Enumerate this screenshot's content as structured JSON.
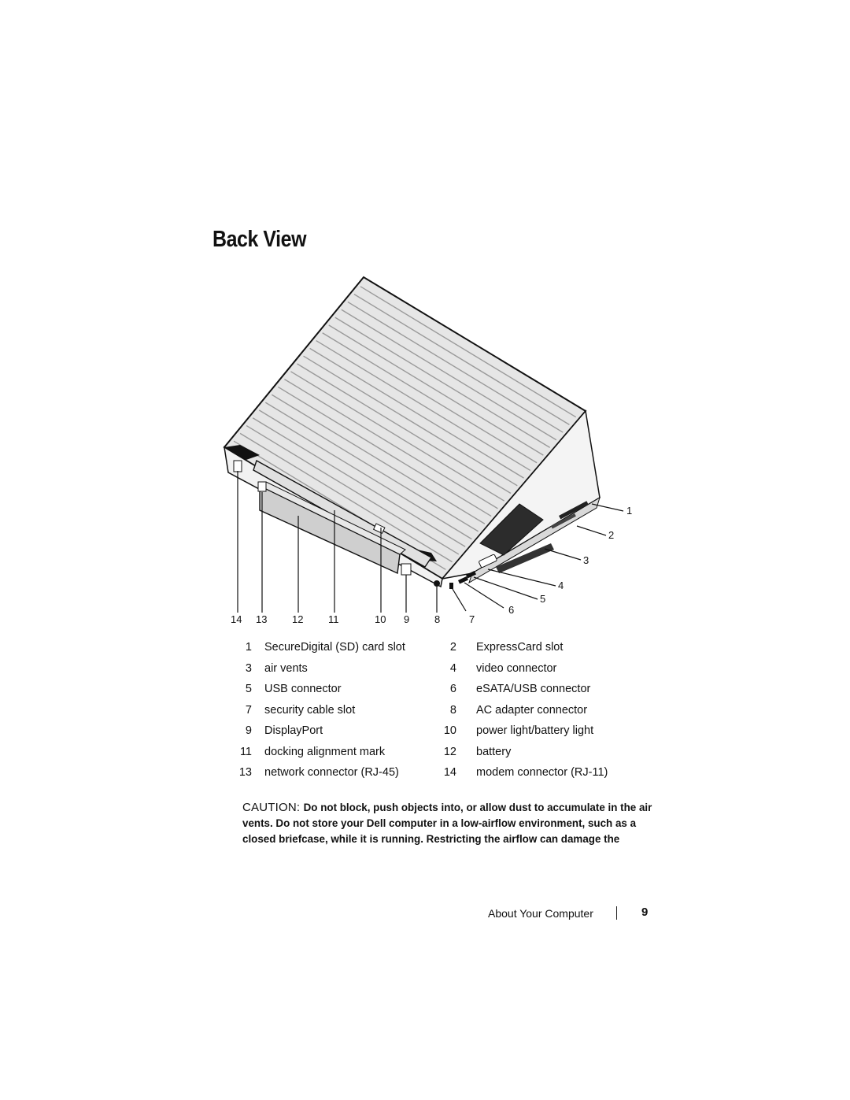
{
  "page": {
    "title": "Back View",
    "footer_section": "About Your Computer",
    "page_number": "9"
  },
  "figure": {
    "callouts_bottom": [
      "14",
      "13",
      "12",
      "11",
      "10",
      "9",
      "8",
      "7"
    ],
    "callouts_right": [
      "1",
      "2",
      "3",
      "4",
      "5",
      "6"
    ]
  },
  "legend": [
    {
      "num": "1",
      "text": "SecureDigital (SD) card slot",
      "num2": "2",
      "text2": "ExpressCard slot"
    },
    {
      "num": "3",
      "text": "air vents",
      "num2": "4",
      "text2": "video connector"
    },
    {
      "num": "5",
      "text": "USB connector",
      "num2": "6",
      "text2": "eSATA/USB connector"
    },
    {
      "num": "7",
      "text": "security cable slot",
      "num2": "8",
      "text2": "AC adapter connector"
    },
    {
      "num": "9",
      "text": "DisplayPort",
      "num2": "10",
      "text2": "power light/battery light"
    },
    {
      "num": "11",
      "text": "docking alignment mark",
      "num2": "12",
      "text2": "battery"
    },
    {
      "num": "13",
      "text": "network connector (RJ-45)",
      "num2": "14",
      "text2": "modem connector (RJ-11)"
    }
  ],
  "caution": {
    "label": "CAUTION: ",
    "text": "Do not block, push objects into, or allow dust to accumulate in the air vents. Do not store your Dell computer in a low-airflow environment, such as a closed briefcase, while it is running. Restricting the airflow can damage the"
  }
}
